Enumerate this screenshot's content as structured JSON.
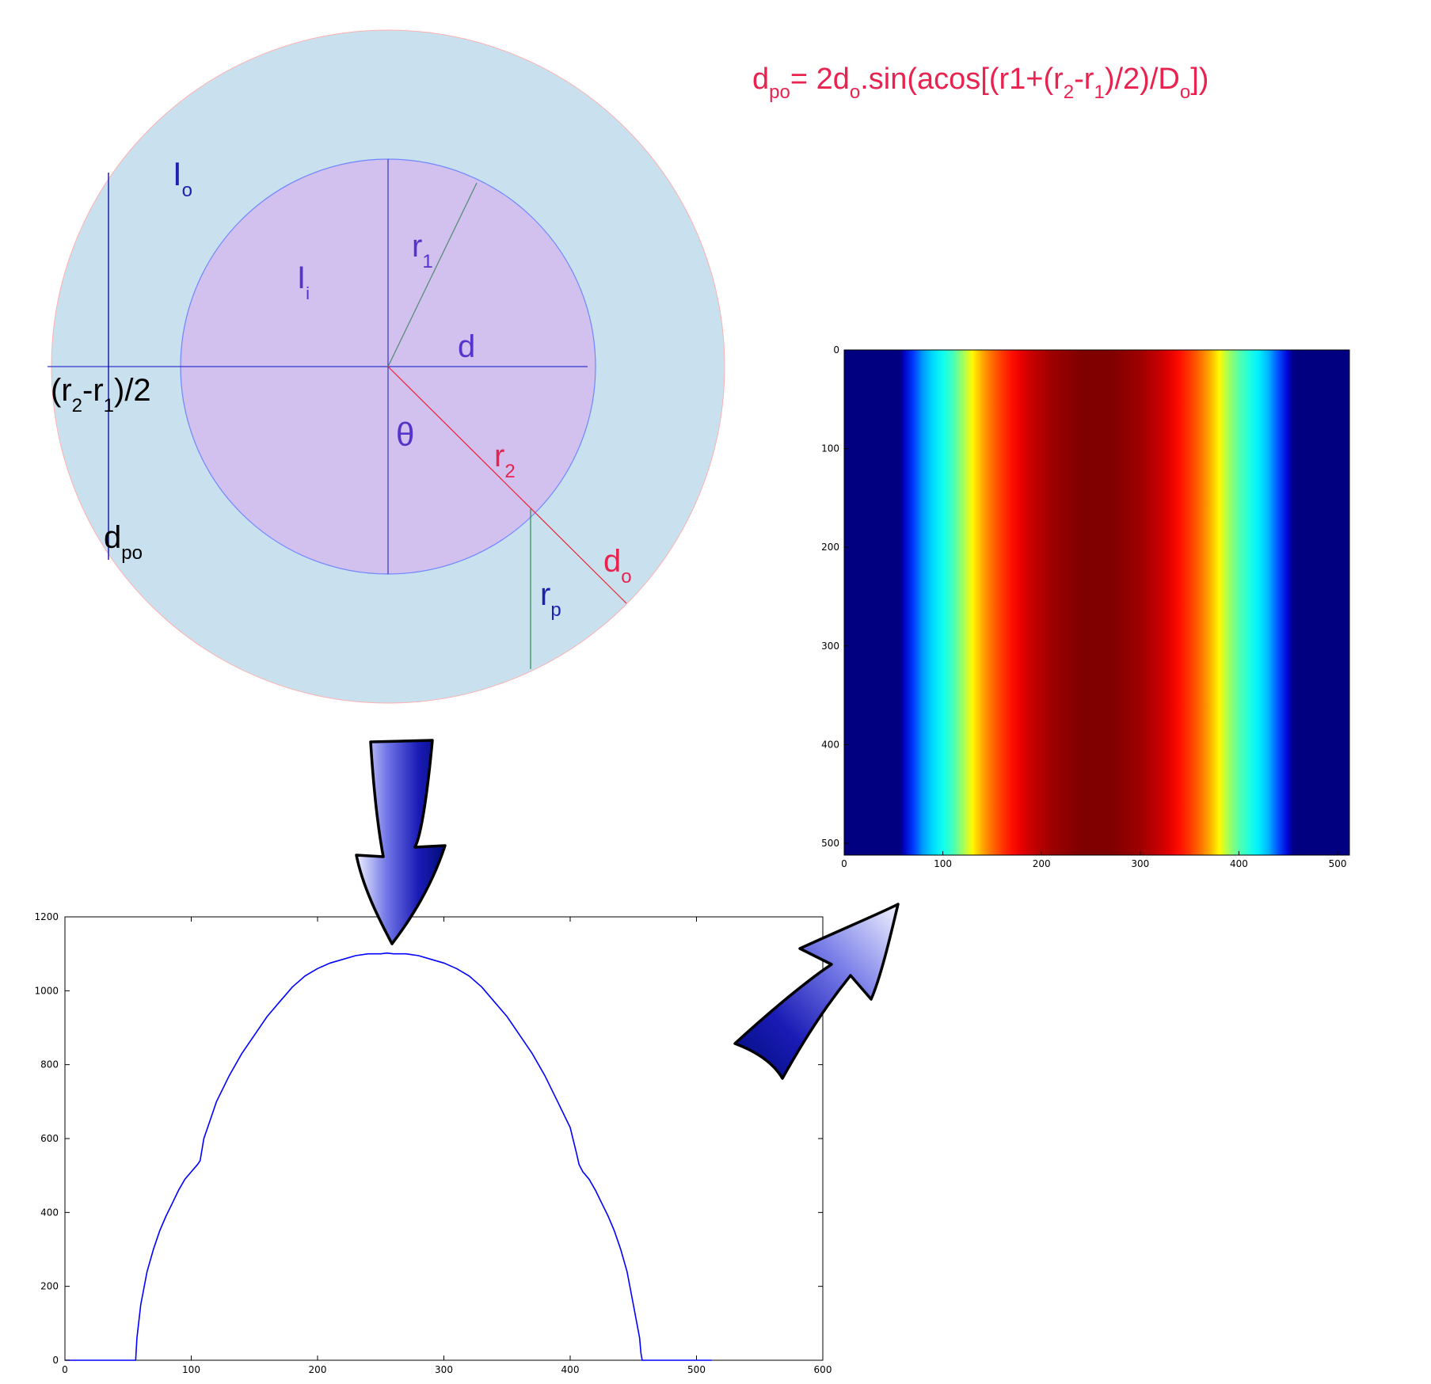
{
  "formula": {
    "lhs_base": "d",
    "lhs_sub": "po",
    "part1": "= 2d",
    "part1_sub": "o",
    "part2": ".sin(acos[(r1+(r",
    "part2_sub": "2",
    "part3": "-r",
    "part3_sub": "1",
    "part4": ")/2)/D",
    "part4_sub": "o",
    "part5": "])",
    "color": "#e8234f"
  },
  "diagram": {
    "outer_color": "#c9e1ef",
    "inner_color": "#d2c0ef",
    "labels": {
      "Io": {
        "base": "I",
        "sub": "o"
      },
      "Ii": {
        "base": "I",
        "sub": "i"
      },
      "r1": {
        "base": "r",
        "sub": "1"
      },
      "d": {
        "base": "d"
      },
      "theta": {
        "base": "θ"
      },
      "r2": {
        "base": "r",
        "sub": "2"
      },
      "do": {
        "base": "d",
        "sub": "o"
      },
      "rp": {
        "base": "r",
        "sub": "p"
      },
      "dpo": {
        "base": "d",
        "sub": "po"
      },
      "half": {
        "p1": "(r",
        "s1": "2",
        "p2": "-r",
        "s2": "1",
        "p3": ")/2"
      }
    }
  },
  "heatmap": {
    "x_ticks": [
      0,
      100,
      200,
      300,
      400,
      500
    ],
    "y_ticks": [
      0,
      100,
      200,
      300,
      400,
      500
    ],
    "xlim": [
      0,
      512
    ],
    "ylim": [
      512,
      0
    ],
    "colormap": "jet",
    "profile_x": [
      0,
      57,
      60,
      70,
      80,
      90,
      100,
      110,
      120,
      130,
      140,
      150,
      160,
      170,
      180,
      190,
      200,
      210,
      220,
      230,
      240,
      250,
      256,
      262,
      270,
      280,
      290,
      300,
      310,
      320,
      330,
      340,
      350,
      360,
      370,
      380,
      390,
      400,
      410,
      420,
      430,
      440,
      450,
      453,
      456,
      512
    ],
    "profile_value": [
      0,
      0,
      0.06,
      0.18,
      0.28,
      0.34,
      0.39,
      0.44,
      0.53,
      0.63,
      0.71,
      0.77,
      0.82,
      0.86,
      0.9,
      0.93,
      0.95,
      0.97,
      0.98,
      0.99,
      1.0,
      1.0,
      1.0,
      1.0,
      1.0,
      0.99,
      0.98,
      0.97,
      0.95,
      0.93,
      0.9,
      0.86,
      0.82,
      0.77,
      0.71,
      0.63,
      0.53,
      0.46,
      0.41,
      0.36,
      0.3,
      0.2,
      0.08,
      0.03,
      0,
      0
    ]
  },
  "chart_data": {
    "type": "line",
    "title": "",
    "xlabel": "",
    "ylabel": "",
    "xlim": [
      0,
      600
    ],
    "ylim": [
      0,
      1200
    ],
    "x_ticks": [
      0,
      100,
      200,
      300,
      400,
      500,
      600
    ],
    "y_ticks": [
      0,
      200,
      400,
      600,
      800,
      1000,
      1200
    ],
    "grid": false,
    "series": [
      {
        "color": "#0000ff",
        "x": [
          0,
          56,
          57,
          60,
          65,
          70,
          75,
          80,
          85,
          90,
          95,
          100,
          105,
          107,
          110,
          115,
          120,
          130,
          140,
          150,
          160,
          170,
          180,
          190,
          200,
          210,
          220,
          230,
          240,
          250,
          255,
          260,
          265,
          270,
          280,
          290,
          300,
          310,
          320,
          330,
          340,
          350,
          360,
          370,
          380,
          390,
          400,
          405,
          407,
          410,
          415,
          420,
          425,
          430,
          435,
          440,
          445,
          450,
          455,
          456,
          457,
          512
        ],
        "y": [
          0,
          0,
          60,
          150,
          240,
          300,
          350,
          390,
          425,
          460,
          490,
          510,
          530,
          540,
          600,
          650,
          700,
          770,
          830,
          880,
          930,
          970,
          1010,
          1040,
          1060,
          1075,
          1085,
          1095,
          1100,
          1100,
          1102,
          1100,
          1100,
          1100,
          1095,
          1085,
          1075,
          1060,
          1040,
          1010,
          970,
          930,
          880,
          830,
          770,
          700,
          630,
          560,
          530,
          510,
          490,
          460,
          425,
          390,
          350,
          300,
          240,
          150,
          60,
          20,
          0,
          0
        ]
      }
    ]
  }
}
